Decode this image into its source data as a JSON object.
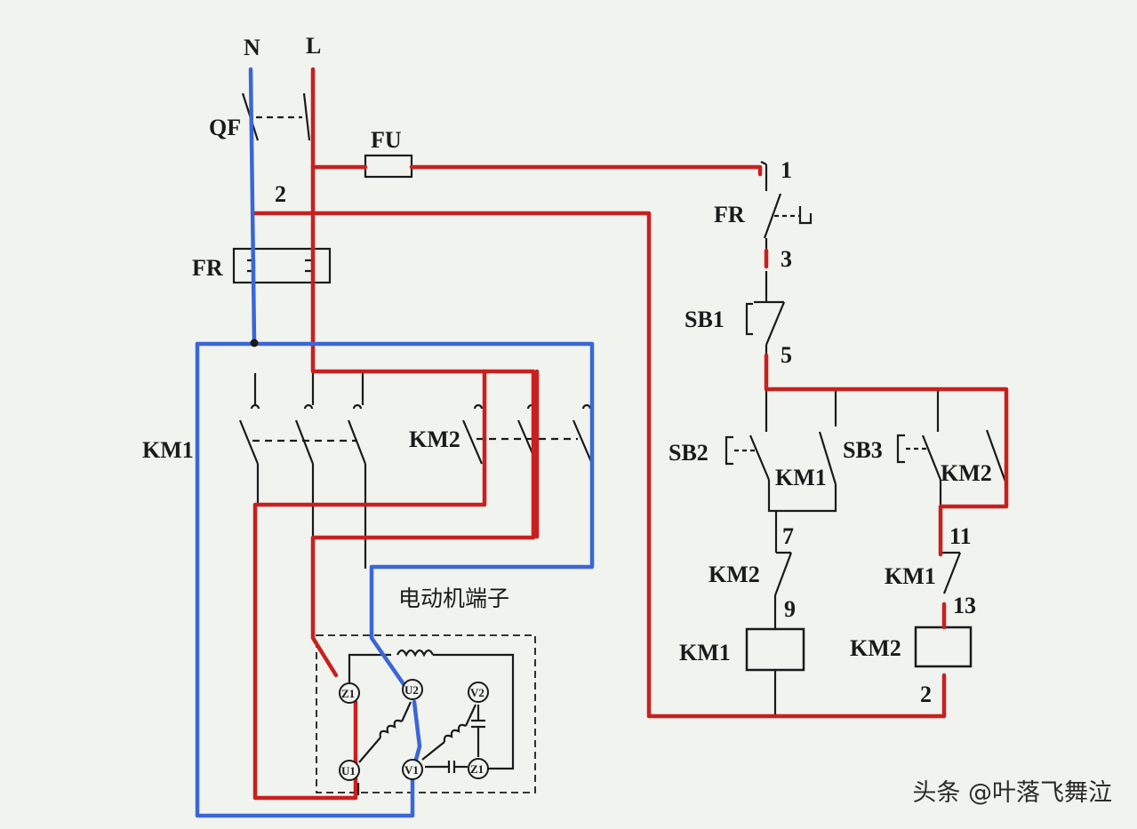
{
  "diagram": {
    "lines": {
      "neutral": "N",
      "live": "L"
    },
    "labels": {
      "qf": "QF",
      "fu": "FU",
      "fr_main": "FR",
      "fr_ctrl": "FR",
      "km1_main": "KM1",
      "km2_main": "KM2",
      "sb1": "SB1",
      "sb2": "SB2",
      "sb3": "SB3",
      "km1_hold": "KM1",
      "km2_hold": "KM2",
      "km2_interlock": "KM2",
      "km1_interlock": "KM1",
      "km1_coil": "KM1",
      "km2_coil": "KM2",
      "motor_terminals": "电动机端子"
    },
    "nodes": {
      "n1": "1",
      "n2_top": "2",
      "n3": "3",
      "n5": "5",
      "n7": "7",
      "n9": "9",
      "n11": "11",
      "n13": "13",
      "n2_bottom": "2"
    },
    "terminals": {
      "z1": "Z1",
      "u2": "U2",
      "v2": "V2",
      "u1": "U1",
      "v1": "V1",
      "z1b": "Z1"
    },
    "colors": {
      "live_wire": "#c8201f",
      "neutral_wire": "#3a66d6",
      "ink": "#1a1a1a",
      "background": "#f1f3ef"
    }
  },
  "watermark": "头条 @叶落飞舞泣"
}
